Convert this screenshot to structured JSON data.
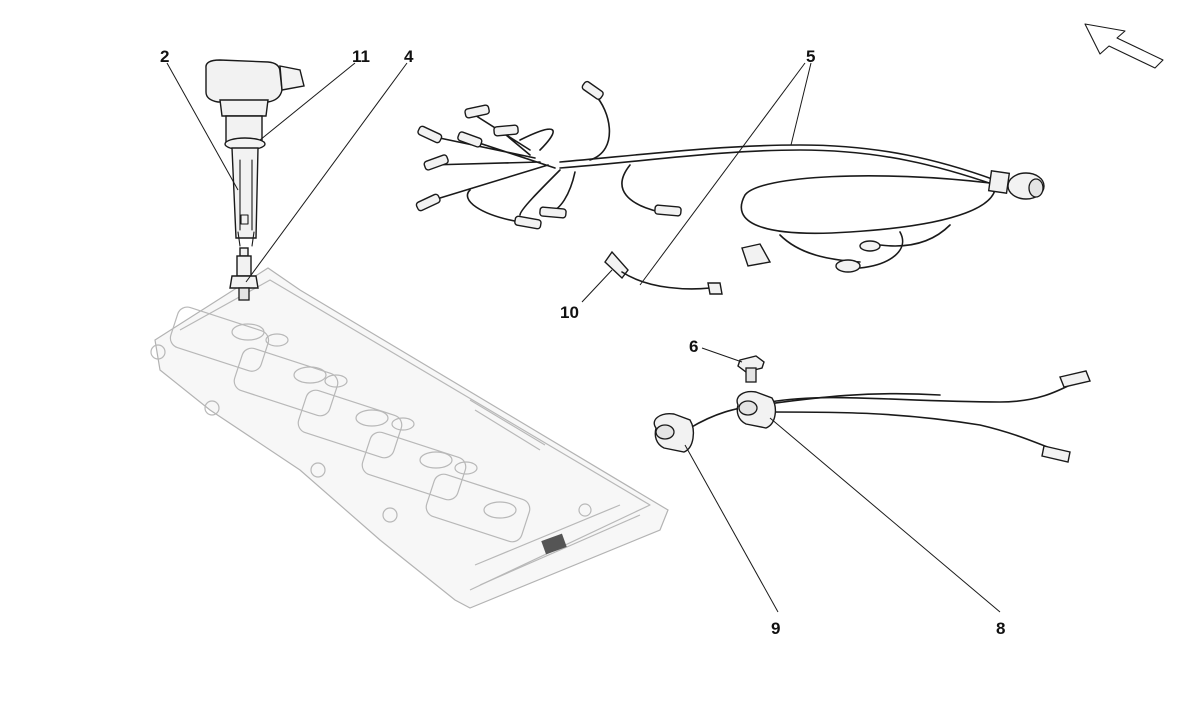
{
  "diagram": {
    "callouts": [
      {
        "id": "c2",
        "label": "2"
      },
      {
        "id": "c11",
        "label": "11"
      },
      {
        "id": "c4",
        "label": "4"
      },
      {
        "id": "c5",
        "label": "5"
      },
      {
        "id": "c10",
        "label": "10"
      },
      {
        "id": "c6",
        "label": "6"
      },
      {
        "id": "c9",
        "label": "9"
      },
      {
        "id": "c8",
        "label": "8"
      }
    ],
    "icons": {
      "direction_arrow": "direction-arrow-icon"
    },
    "colors": {
      "line": "#1a1a1a",
      "cover": "#b8b8b8",
      "background": "#ffffff"
    }
  }
}
